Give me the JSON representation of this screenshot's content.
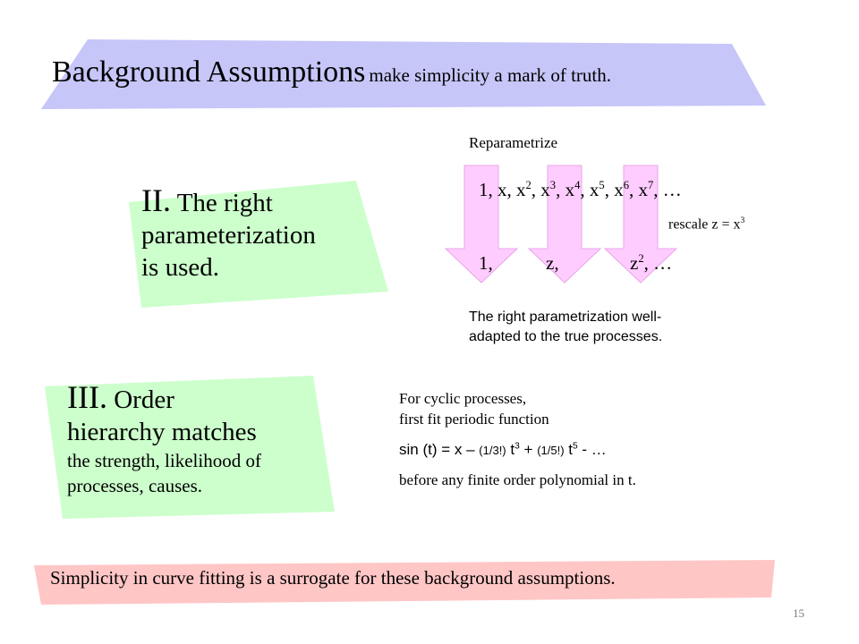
{
  "slide": {
    "title_main": "Background Assumptions",
    "title_sub": "make simplicity a mark of truth.",
    "page_number": "15"
  },
  "section2": {
    "numeral": "II.",
    "line1": "The right",
    "line2": "parameterization",
    "line3": "is used."
  },
  "reparam": {
    "label": "Reparametrize",
    "rescale": "rescale z = x",
    "rescale_exp": "3",
    "bottom_1": "1,",
    "bottom_z": "z,",
    "bottom_z2_base": "z",
    "bottom_z2_exp": "2",
    "bottom_tail": ", …",
    "note_line1": "The right parametrization well-",
    "note_line2": "adapted to the true processes."
  },
  "section3": {
    "numeral": "III.",
    "line1": "Order",
    "line2": "hierarchy matches",
    "line3": "the strength, likelihood of",
    "line4": "processes, causes."
  },
  "cyclic": {
    "line1": "For cyclic processes,",
    "line2": "first fit periodic function",
    "sin_lhs": "sin (t) = x –",
    "frac1": "(1/3!)",
    "t3": "t",
    "t3_exp": "3",
    "plus": "+",
    "frac2": "(1/5!)",
    "t5": "t",
    "t5_exp": "5",
    "tail": "- …",
    "line4": "before any finite order polynomial in t."
  },
  "footer": {
    "banner": "Simplicity in curve fitting is a surrogate for these background assumptions."
  },
  "colors": {
    "title_band": "#c6c6f9",
    "green_box": "#ccffcc",
    "arrow": "#ffccff",
    "footer_band": "#ffc6c6"
  }
}
